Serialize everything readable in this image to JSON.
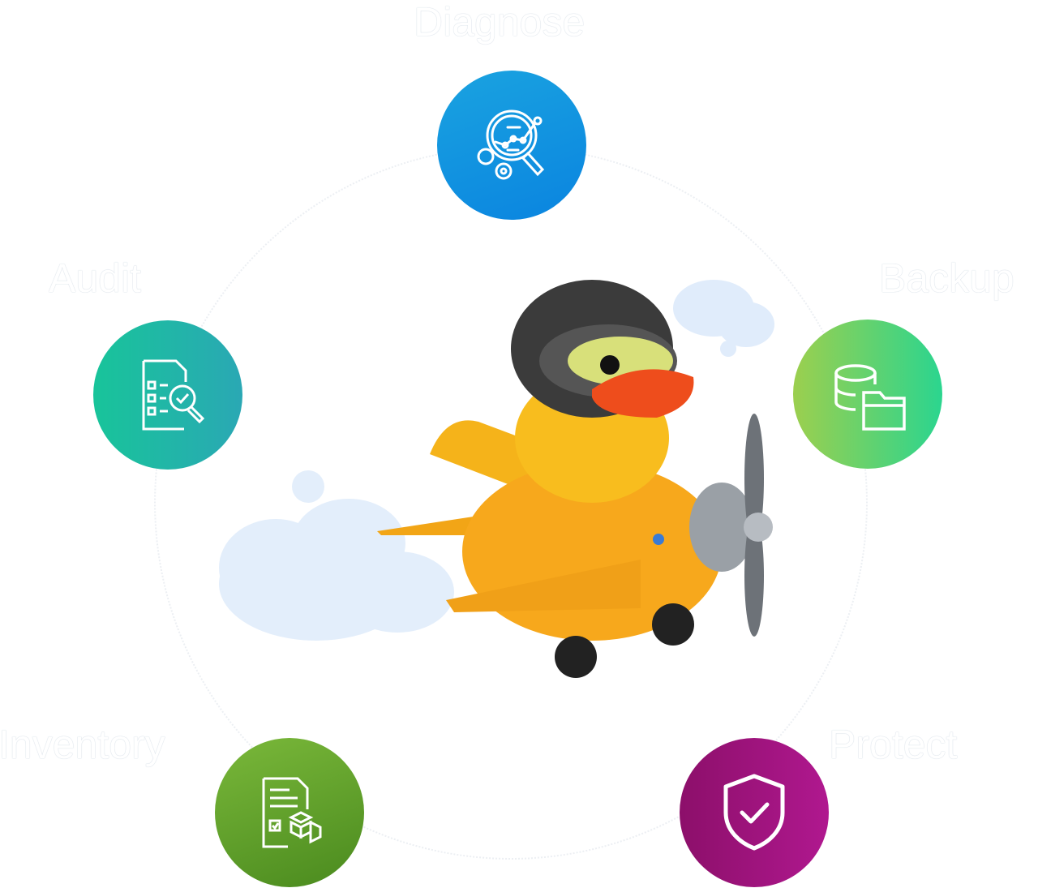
{
  "labels": {
    "diagnose": "Diagnose",
    "backup": "Backup",
    "protect": "Protect",
    "inventory": "Inventory",
    "audit": "Audit"
  },
  "colors": {
    "diagnose": [
      "#1aa3e0",
      "#0a84e0"
    ],
    "backup": [
      "#9ccf4e",
      "#2bd58f"
    ],
    "protect": [
      "#8c0f6a",
      "#b0188f"
    ],
    "inventory": [
      "#7ab83a",
      "#4a8a1e"
    ],
    "audit": [
      "#18c49a",
      "#2aa8b4"
    ]
  },
  "icons": {
    "diagnose": "magnifier-chart-gears-icon",
    "backup": "database-folder-icon",
    "protect": "shield-check-icon",
    "inventory": "document-boxes-icon",
    "audit": "checklist-magnifier-icon"
  }
}
